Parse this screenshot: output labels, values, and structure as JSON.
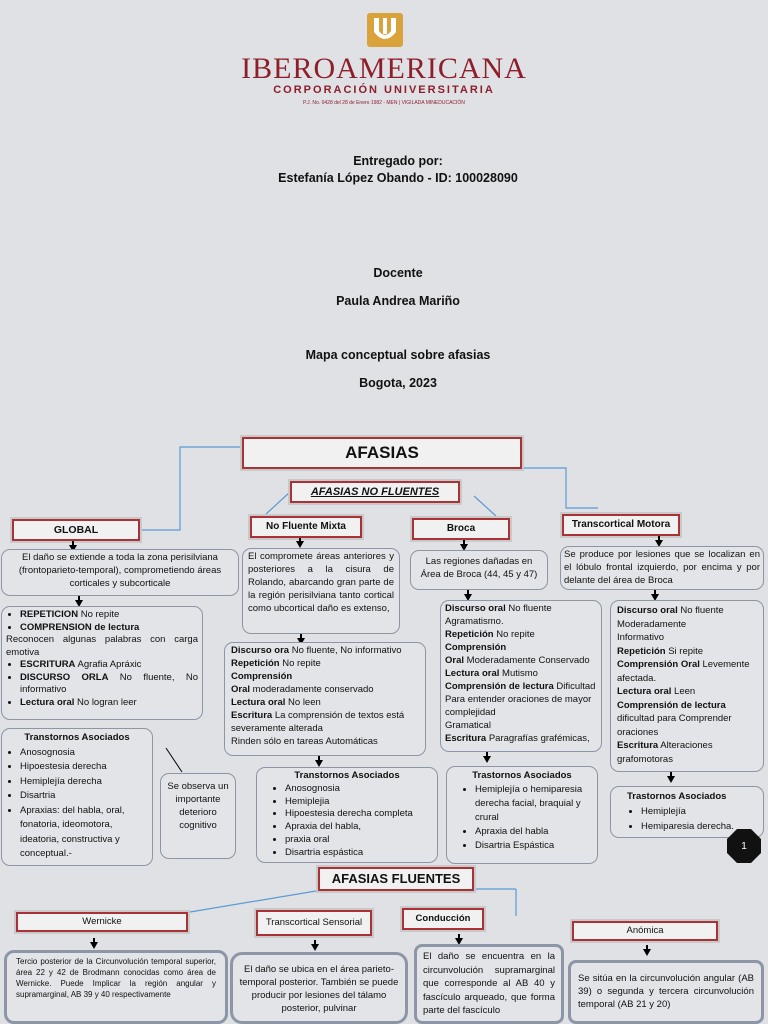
{
  "header": {
    "brand": "IBEROAMERICANA",
    "brand_sub": "CORPORACIÓN UNIVERSITARIA",
    "legal": "P.J. No. 0428 del 28 de Enero 1982 - MEN | VIGILADA MINEDUCACIÓN",
    "delivered_label": "Entregado por:",
    "student": "Estefanía López Obando - ID: 100028090",
    "teacher_label": "Docente",
    "teacher": "Paula Andrea Mariño",
    "subject": "Mapa conceptual sobre afasias",
    "city_year": "Bogota, 2023"
  },
  "map": {
    "title": "AFASIAS",
    "no_fluentes": "AFASIAS NO FLUENTES",
    "fluentes": "AFASIAS FLUENTES",
    "global": {
      "title": "GLOBAL",
      "desc": "El daño se extiende a toda la zona perisilviana (frontoparieto-temporal), comprometiendo áreas corticales y subcorticale",
      "items": [
        {
          "b": "REPETICION",
          "t": " No repite"
        },
        {
          "b": "COMPRENSION de lectura",
          "t": ""
        }
      ],
      "reconocen": "Reconocen algunas palabras con carga emotiva",
      "items2": [
        {
          "b": "ESCRITURA",
          "t": " Agrafia Apráxic"
        },
        {
          "b": "DISCURSO ORLA",
          "t": " No fluente, No informativo"
        },
        {
          "b": "Lectura oral",
          "t": " No logran leer"
        }
      ],
      "assoc_title": "Transtornos Asociados",
      "assoc": [
        "Anosognosia",
        "Hipoestesia derecha",
        "Hemiplejía derecha",
        "Disartria",
        "Apraxias: del habla, oral, fonatoria, ideomotora, ideatoria, constructiva y conceptual.-"
      ],
      "note": "Se observa un importante deterioro cognitivo"
    },
    "mixta": {
      "title": "No Fluente Mixta",
      "desc": "El compromete áreas anteriores y posteriores a la cisura de Rolando, abarcando gran parte de la región perisilviana tanto cortical como ubcortical daño es extenso,",
      "lines": [
        {
          "b": "Discurso ora",
          "t": " No fluente, No informativo"
        },
        {
          "b": "Repetición",
          "t": " No repite"
        },
        {
          "b": "Comprensión",
          "t": ""
        },
        {
          "b": "Oral",
          "t": " moderadamente conservado"
        },
        {
          "b": "Lectura oral",
          "t": " No leen"
        },
        {
          "b": "Escritura",
          "t": " La comprensión de textos está severamente alterada"
        },
        {
          "b": "",
          "t": "Rinden sólo en tareas Automáticas"
        }
      ],
      "assoc_title": "Transtornos Asociados",
      "assoc": [
        "Anosognosia",
        "Hemiplejia",
        "Hipoestesia derecha completa",
        "Apraxia del habla,",
        "praxia oral",
        "Disartria espástica"
      ]
    },
    "broca": {
      "title": "Broca",
      "desc": "Las regiones dañadas en Área de Broca (44, 45 y 47)",
      "lines": [
        {
          "b": "Discurso oral",
          "t": " No fluente"
        },
        {
          "b": "",
          "t": "Agramatismo."
        },
        {
          "b": "Repetición",
          "t": " No repite"
        },
        {
          "b": "Comprensión",
          "t": ""
        },
        {
          "b": "Oral",
          "t": " Moderadamente Conservado"
        },
        {
          "b": "Lectura oral",
          "t": " Mutismo"
        },
        {
          "b": "Comprensión de lectura",
          "t": " Dificultad"
        },
        {
          "b": "",
          "t": "Para entender oraciones de mayor complejidad"
        },
        {
          "b": "",
          "t": "Gramatical"
        },
        {
          "b": "Escritura",
          "t": " Paragrafías grafémicas,"
        }
      ],
      "assoc_title": "Trastornos Asociados",
      "assoc": [
        "Hemiplejía o hemiparesia derecha facial, braquial y crural",
        "Apraxia del habla",
        "Disartria Espástica"
      ]
    },
    "motora": {
      "title": "Transcortical Motora",
      "desc": "Se produce por lesiones que se localizan en el lóbulo frontal izquierdo, por encima y por delante del área de Broca",
      "lines": [
        {
          "b": "Discurso oral",
          "t": "  No fluente"
        },
        {
          "b": "",
          "t": "Moderadamente"
        },
        {
          "b": "",
          "t": "Informativo"
        },
        {
          "b": "Repetición",
          "t": " Si repite"
        },
        {
          "b": "Comprensión Oral",
          "t": " Levemente afectada."
        },
        {
          "b": "Lectura oral",
          "t": " Leen"
        },
        {
          "b": "Comprensión de lectura",
          "t": ""
        },
        {
          "b": "",
          "t": "dificultad para Comprender oraciones"
        },
        {
          "b": "Escritura",
          "t": " Alteraciones grafomotoras"
        }
      ],
      "assoc_title": "Trastornos Asociados",
      "assoc": [
        "Hemiplejía",
        "Hemiparesia derecha."
      ]
    },
    "wernicke": {
      "title": "Wernicke",
      "desc": "Tercio posterior de la Circunvolución temporal superior, área 22 y 42 de Brodmann conocidas como área de Wernicke. Puede Implicar la región angular y supramarginal, AB 39 y 40 respectivamente"
    },
    "sensorial": {
      "title": "Transcortical Sensorial",
      "desc": "El daño se ubica en el área parieto-temporal posterior. También se puede producir por lesiones del tálamo posterior, pulvinar"
    },
    "conduccion": {
      "title": "Conducción",
      "desc": "El daño se encuentra en la circunvolución supramarginal que corresponde al AB 40 y fascículo arqueado, que forma parte del fascículo"
    },
    "anomica": {
      "title": "Anómica",
      "desc": "Se sitúa en la circunvolución angular (AB 39) o segunda y tercera circunvolución temporal (AB 21 y 20)"
    }
  },
  "page_number": "1",
  "colors": {
    "brand": "#8e1f2a",
    "header_border": "#a83235",
    "connector": "#5b9bd5"
  }
}
